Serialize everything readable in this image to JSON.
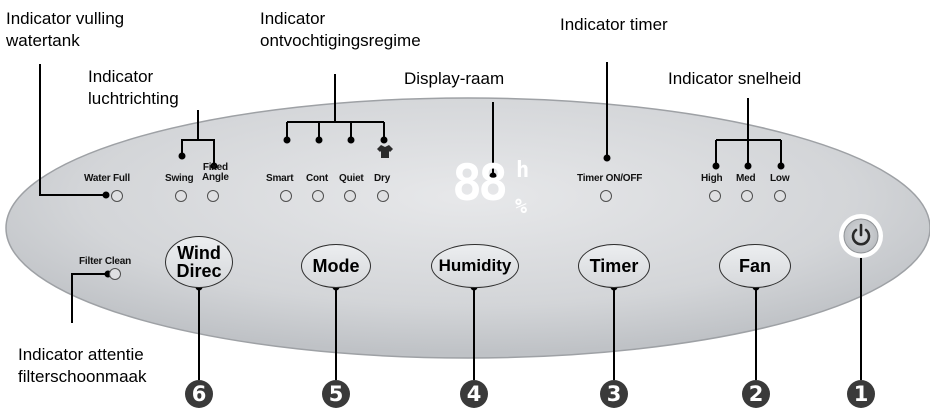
{
  "annotations": {
    "water_full_indicator": [
      "Indicator vulling",
      "watertank"
    ],
    "airflow_indicator": [
      "Indicator",
      "luchtrichting"
    ],
    "dehumidify_mode_indicator": [
      "Indicator",
      "ontvochtigingsregime"
    ],
    "display_window": "Display-raam",
    "timer_indicator": "Indicator timer",
    "speed_indicator": "Indicator snelheid",
    "filter_indicator": [
      "Indicator attentie",
      "filterschoonmaak"
    ]
  },
  "panel": {
    "water_full": "Water Full",
    "swing": "Swing",
    "fixed_angle": [
      "Fixed",
      "Angle"
    ],
    "modes": [
      "Smart",
      "Cont",
      "Quiet",
      "Dry"
    ],
    "display": {
      "digits": "88",
      "unit_h": "h",
      "unit_pct": "%"
    },
    "timer_on_off": "Timer ON/OFF",
    "speeds": [
      "High",
      "Med",
      "Low"
    ],
    "filter_clean": "Filter Clean"
  },
  "buttons": {
    "wind_direc": [
      "Wind",
      "Direc"
    ],
    "mode": "Mode",
    "humidity": "Humidity",
    "timer": "Timer",
    "fan": "Fan",
    "power": "power-icon"
  },
  "callouts": [
    "6",
    "5",
    "4",
    "3",
    "2",
    "1"
  ],
  "colors": {
    "panel": "#d0d2d5",
    "panel_edge": "#9ea1a5",
    "power_ring": "#ffffff",
    "callout": "#3a3a3a"
  }
}
